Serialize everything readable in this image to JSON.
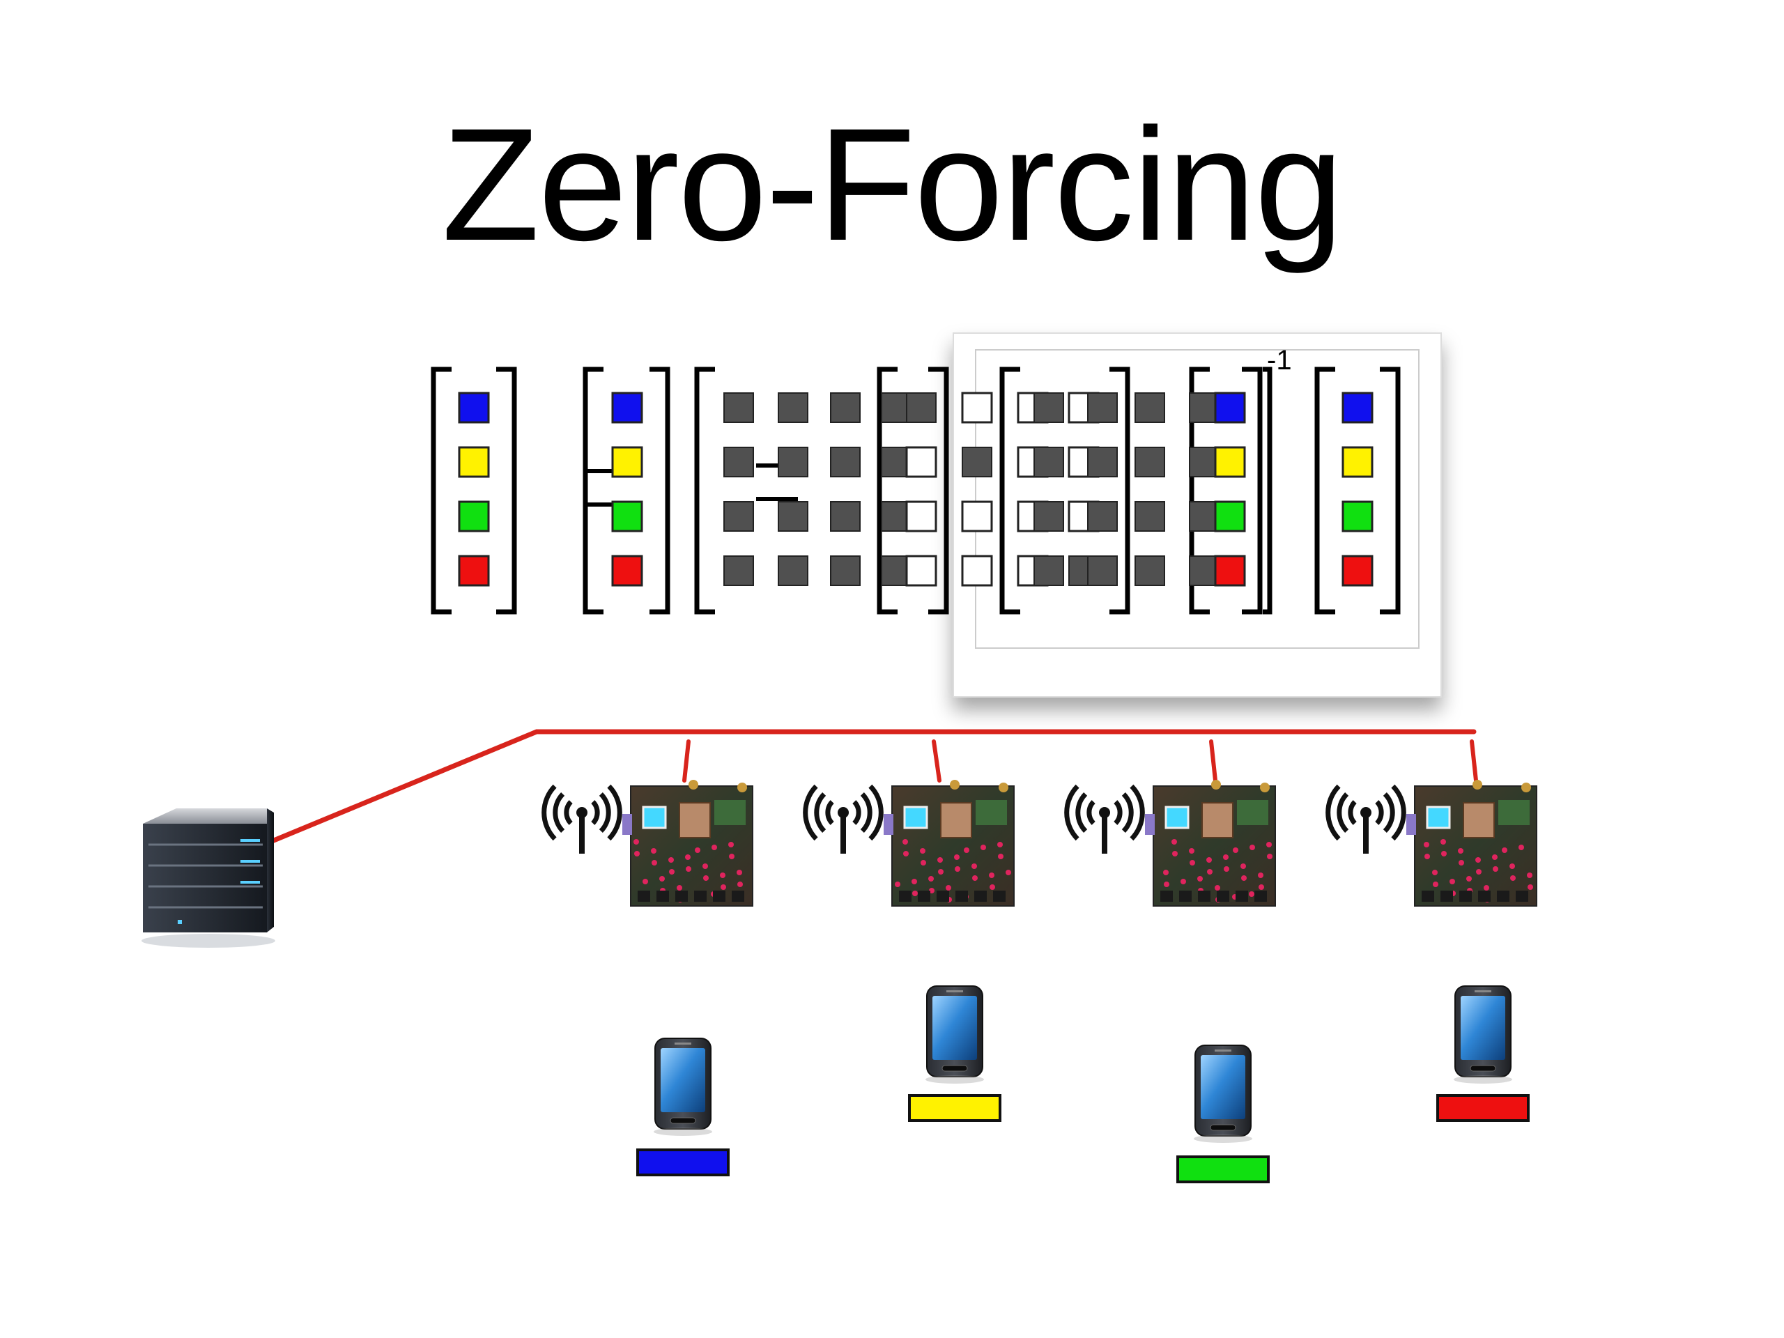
{
  "slide": {
    "title": "Zero-Forcing",
    "superscript": "-1"
  },
  "colors": {
    "blue": "#1010ee",
    "yellow": "#fff200",
    "green": "#10e010",
    "red": "#ee1010",
    "cell_dark": "#505050",
    "cable": "#d8241c",
    "server": "#222831"
  },
  "vectors": {
    "received_symbols": [
      "blue",
      "yellow",
      "green",
      "red"
    ],
    "transmit_symbols": [
      "blue",
      "yellow",
      "green",
      "red"
    ],
    "data_symbols_left": [
      "blue",
      "yellow",
      "green",
      "red"
    ],
    "data_symbols_right": [
      "blue",
      "yellow",
      "green",
      "red"
    ]
  },
  "nodes": {
    "server_icon": "server-icon",
    "radio_board_icon": "radio-board-icon",
    "antenna_icon": "wireless-antenna-icon",
    "phone_icon": "smartphone-icon",
    "phones": [
      {
        "label_color": "blue"
      },
      {
        "label_color": "yellow"
      },
      {
        "label_color": "green"
      },
      {
        "label_color": "red"
      }
    ]
  }
}
